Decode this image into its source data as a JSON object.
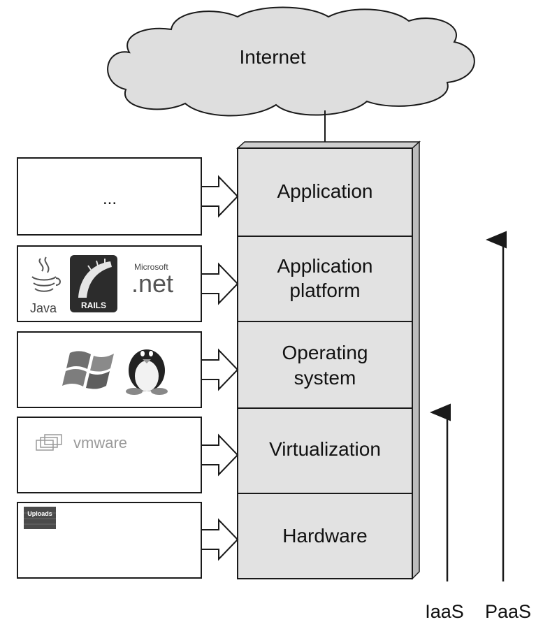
{
  "cloud": {
    "label": "Internet"
  },
  "stack": {
    "layers": [
      {
        "key": "application",
        "label_lines": [
          "Application"
        ]
      },
      {
        "key": "application-platform",
        "label_lines": [
          "Application",
          "platform"
        ]
      },
      {
        "key": "operating-system",
        "label_lines": [
          "Operating",
          "system"
        ]
      },
      {
        "key": "virtualization",
        "label_lines": [
          "Virtualization"
        ]
      },
      {
        "key": "hardware",
        "label_lines": [
          "Hardware"
        ]
      }
    ]
  },
  "side_boxes": {
    "application": {
      "text": "..."
    },
    "application_platform": {
      "logos": [
        "java-logo",
        "rails-logo",
        "microsoft-dotnet-logo"
      ],
      "java_text": "Java",
      "rails_text": "RAILS",
      "microsoft_text": "Microsoft",
      "dotnet_text": ".net"
    },
    "operating_system": {
      "logos": [
        "windows-logo",
        "linux-tux-logo"
      ]
    },
    "virtualization": {
      "logos": [
        "vmware-logo"
      ],
      "vmware_text": "vmware"
    },
    "hardware": {
      "logos": [
        "uploads-badge"
      ],
      "badge_text": "Uploads"
    }
  },
  "axes": [
    {
      "key": "iaas",
      "label": "IaaS"
    },
    {
      "key": "paas",
      "label": "PaaS"
    }
  ],
  "colors": {
    "layer_fill": "#e2e2e2",
    "layer_side": "#bdbdbd",
    "cloud_fill": "#dedede",
    "stroke": "#1a1a1a"
  }
}
